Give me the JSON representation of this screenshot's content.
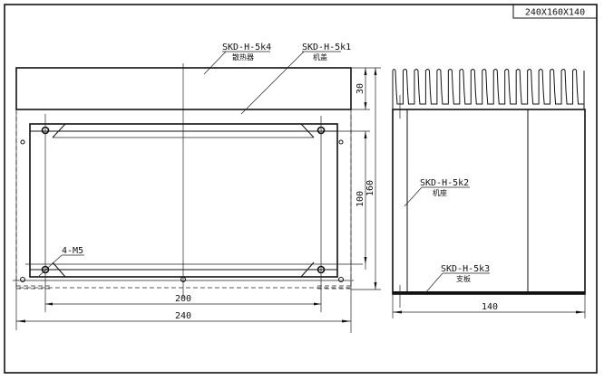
{
  "title_block": {
    "size": "240X160X140"
  },
  "front_view": {
    "labels": [
      {
        "code": "SKD-H-5k4",
        "name": "散热器"
      },
      {
        "code": "SKD-H-5k1",
        "name": "机盖"
      }
    ],
    "hole_note": "4-M5",
    "dimensions": {
      "inner_width": "200",
      "outer_width": "240",
      "heatsink_height": "30",
      "hole_spacing_height": "100",
      "total_height": "160"
    }
  },
  "side_view": {
    "labels": [
      {
        "code": "SKD-H-5k2",
        "name": "机座"
      },
      {
        "code": "SKD-H-5k3",
        "name": "支板"
      }
    ],
    "dimensions": {
      "depth": "140"
    },
    "fin_count": 17
  }
}
